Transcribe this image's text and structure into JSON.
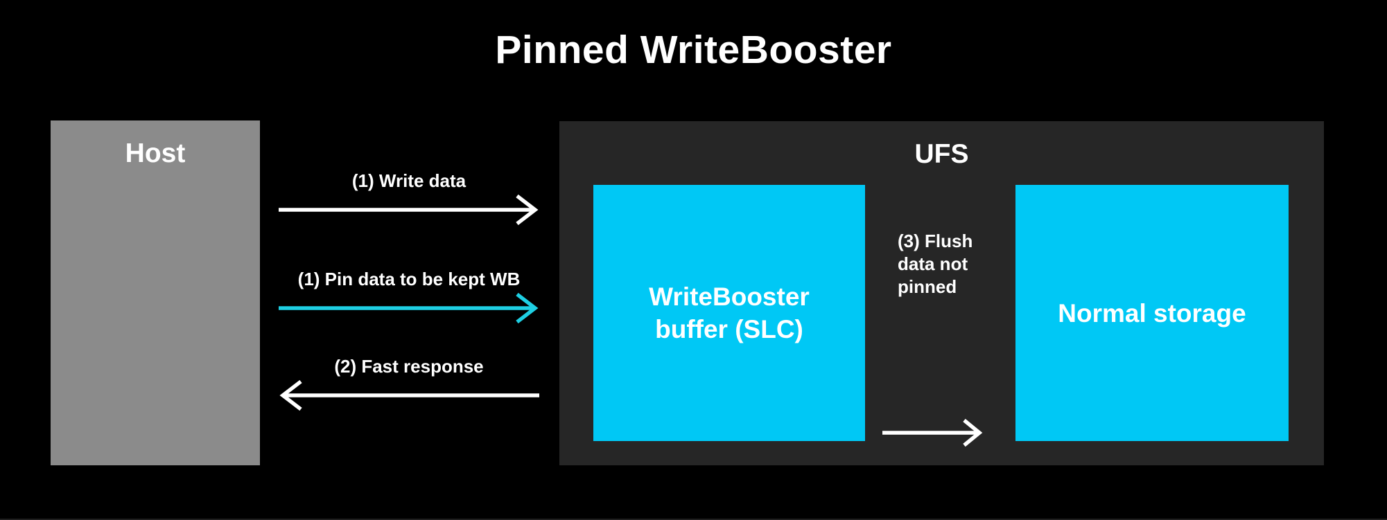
{
  "title": "Pinned WriteBooster",
  "colors": {
    "bg": "#000000",
    "text": "#ffffff",
    "host-gray": "#8b8b8b",
    "ufs-dark": "#262626",
    "cyan": "#00c8f5",
    "arrow-white": "#ffffff",
    "arrow-cyan": "#1ecfe3"
  },
  "host": {
    "label": "Host"
  },
  "ufs": {
    "label": "UFS",
    "writebooster_box": {
      "label": "WriteBooster buffer (SLC)"
    },
    "normal_storage_box": {
      "label": "Normal storage"
    },
    "flush_arrow": {
      "lines": [
        "(3) Flush",
        "data not",
        "pinned"
      ],
      "direction": "writebooster-buffer-to-normal-storage"
    }
  },
  "arrows": {
    "write_data": {
      "label": "(1) Write data",
      "direction": "host-to-ufs"
    },
    "pin_data": {
      "label": "(1) Pin data to be kept WB",
      "direction": "host-to-ufs"
    },
    "fast_response": {
      "label": "(2) Fast response",
      "direction": "ufs-to-host"
    }
  }
}
